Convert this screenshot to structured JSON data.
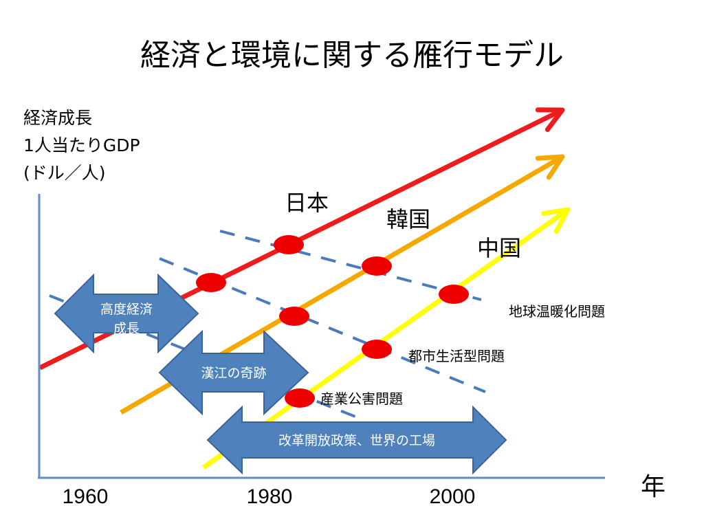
{
  "title": "経済と環境に関する雁行モデル",
  "y_axis_label": [
    "経済成長",
    "1人当たりGDP",
    "(ドル／人)"
  ],
  "x_axis_unit": "年",
  "x_ticks": [
    "1960",
    "1980",
    "2000"
  ],
  "countries": [
    {
      "name": "日本",
      "color": "#ee1c1c"
    },
    {
      "name": "韓国",
      "color": "#f5a800"
    },
    {
      "name": "中国",
      "color": "#ffff00"
    }
  ],
  "problems": [
    "地球温暖化問題",
    "都市生活型問題",
    "産業公害問題"
  ],
  "period_arrows": [
    {
      "label": [
        "高度経済",
        "成長"
      ]
    },
    {
      "label": [
        "漢江の奇跡"
      ]
    },
    {
      "label": [
        "改革開放政策、世界の工場"
      ]
    }
  ],
  "colors": {
    "axis": "#5a8ed0",
    "dashed": "#4a7bbd",
    "marker": "#ee0000",
    "arrow_fill": "#4f81bd",
    "arrow_stroke": "#3a6399"
  }
}
